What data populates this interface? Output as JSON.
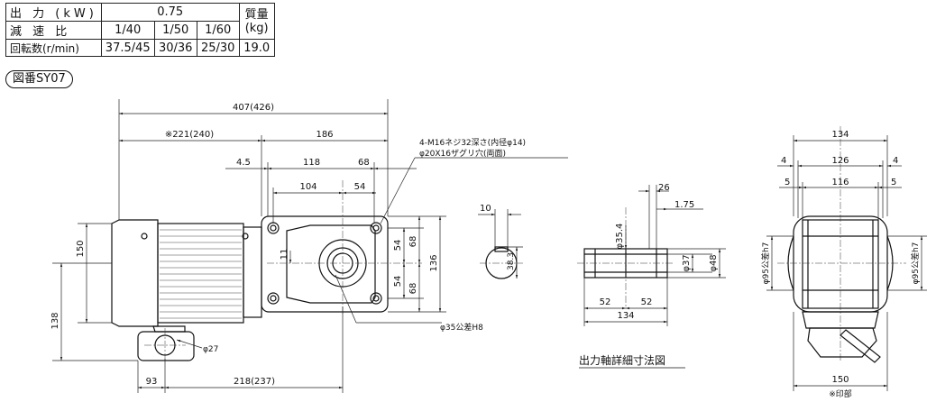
{
  "spec_table": {
    "output_label": "出 力 (kW)",
    "output_value": "0.75",
    "mass_label_1": "質量",
    "mass_label_2": "(kg)",
    "reduction_label": "減 速 比",
    "ratios": [
      "1/40",
      "1/50",
      "1/60"
    ],
    "speed_label": "回転数(r/min)",
    "speeds": [
      "37.5/45",
      "30/36",
      "25/30"
    ],
    "mass_value": "19.0"
  },
  "figure_number": "図番SY07",
  "dims": {
    "overall": "407(426)",
    "motor_len": "※221(240)",
    "gear_len": "186",
    "d45": "4.5",
    "d118": "118",
    "d68top": "68",
    "d104": "104",
    "d54top": "54",
    "d150": "150",
    "d11": "11",
    "d54r1": "54",
    "d68r1": "68",
    "d54r2": "54",
    "d68r2": "68",
    "d136": "136",
    "d138": "138",
    "d27": "φ27",
    "d93": "93",
    "d218": "218(237)"
  },
  "notes": {
    "bolt": "4-M16ネジ32深さ(内径φ14)",
    "counterbore": "φ20X16ザグリ穴(両面)",
    "bore": "φ35公差H8"
  },
  "shaft": {
    "key_width": "10",
    "key_depth": "38.3",
    "d26": "26",
    "d175": "1.75",
    "d354": "φ35.4",
    "d37": "φ37",
    "d48": "φ48",
    "d52a": "52",
    "d52b": "52",
    "d134": "134",
    "caption": "出力軸詳細寸法図"
  },
  "side": {
    "d134": "134",
    "d4a": "4",
    "d126": "126",
    "d4b": "4",
    "d5a": "5",
    "d116": "116",
    "d5b": "5",
    "fit_left": "φ95公差h7",
    "fit_right": "φ95公差h7",
    "d150": "150",
    "note": "※印部"
  }
}
